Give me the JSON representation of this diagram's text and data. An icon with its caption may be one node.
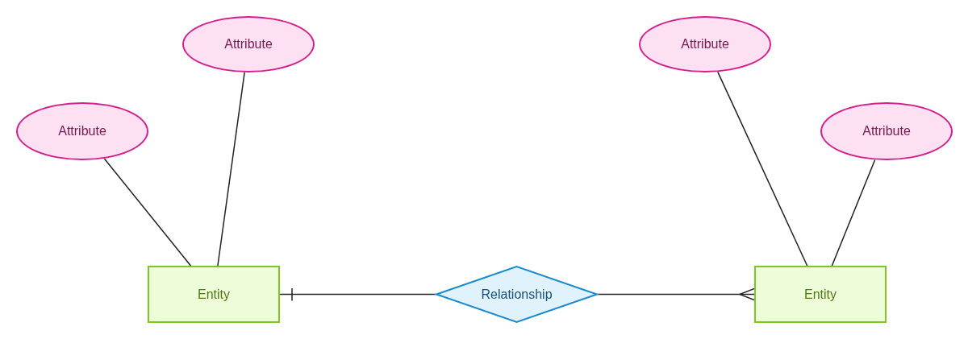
{
  "diagram": {
    "nodes": [
      {
        "text": [
          "Attribute"
        ]
      },
      {
        "text": [
          "Attribute"
        ]
      },
      {
        "text": [
          "Attribute"
        ]
      },
      {
        "text": [
          "Attribute"
        ]
      },
      {
        "text": [
          "Entity"
        ]
      },
      {
        "text": [
          "Relationship"
        ]
      },
      {
        "text": [
          "Entity"
        ]
      }
    ],
    "edges": [
      {
        "from": 2,
        "to": 4,
        "arrow": "none"
      },
      {
        "from": 0,
        "to": 4,
        "arrow": "none"
      },
      {
        "from": 1,
        "to": 6,
        "arrow": "none"
      },
      {
        "from": 3,
        "to": 6,
        "arrow": "none"
      },
      {
        "from": 4,
        "to": 5,
        "arrow": "other"
      },
      {
        "from": 5,
        "to": 6,
        "arrow": "other"
      }
    ]
  }
}
